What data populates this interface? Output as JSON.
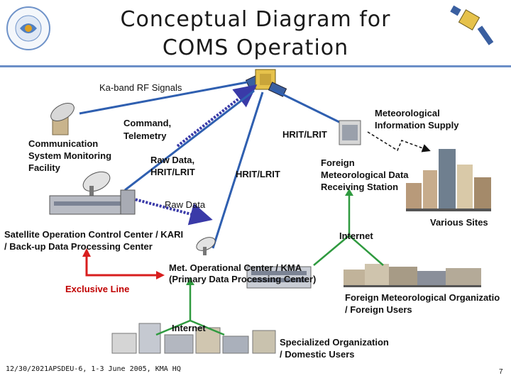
{
  "header": {
    "title_line1": "Conceptual Diagram for",
    "title_line2": "COMS Operation"
  },
  "labels": {
    "ka_band": "Ka-band RF Signals",
    "command_telemetry_1": "Command,",
    "command_telemetry_2": "Telemetry",
    "csmf_1": "Communication",
    "csmf_2": "System Monitoring",
    "csmf_3": "Facility",
    "raw_hrit_1": "Raw Data,",
    "raw_hrit_2": "HRIT/LRIT",
    "hrit_lrit_upper": "HRIT/LRIT",
    "hrit_lrit_lower": "HRIT/LRIT",
    "met_info_1": "Meteorological",
    "met_info_2": "Information Supply",
    "foreign_station_1": "Foreign",
    "foreign_station_2": "Meteorological Data",
    "foreign_station_3": "Receiving Station",
    "raw_data": "Raw Data",
    "various_sites": "Various Sites",
    "socc_1": "Satellite Operation Control Center / KARI",
    "socc_2": "/ Back-up Data Processing Center",
    "internet_right": "Internet",
    "met_center_1": "Met. Operational Center / KMA",
    "met_center_2": "(Primary Data Processing Center)",
    "exclusive_line": "Exclusive Line",
    "foreign_org_1": "Foreign Meteorological Organizatio",
    "foreign_org_2": "/ Foreign Users",
    "internet_bottom": "Internet",
    "specialized_1": "Specialized Organization",
    "specialized_2": "/ Domestic Users"
  },
  "footer": {
    "source": "12/30/2021APSDEU-6, 1-3 June 2005, KMA HQ",
    "page_number": "7"
  },
  "colors": {
    "title_rule": "#6b8fc7",
    "link_blue": "#2f5fb0",
    "link_dotted": "#3a3aa8",
    "exclusive_line": "#d81e1e",
    "internet_line": "#2f9a3f",
    "label_red": "#c00000"
  }
}
